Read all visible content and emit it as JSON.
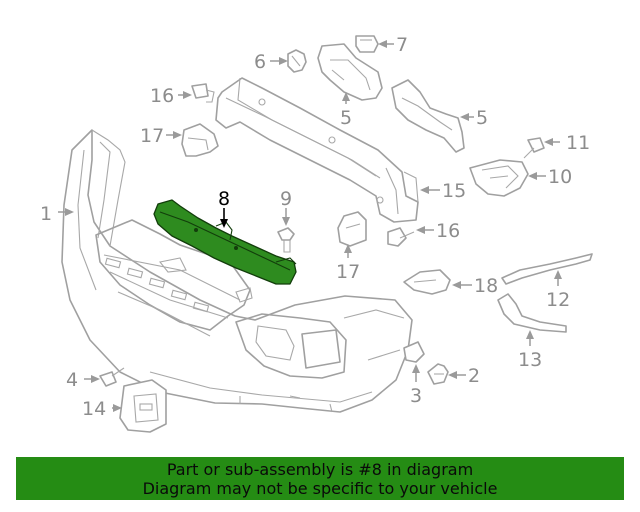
{
  "callouts": {
    "c1": "1",
    "c2": "2",
    "c3": "3",
    "c4": "4",
    "c5a": "5",
    "c5b": "5",
    "c6": "6",
    "c7": "7",
    "c8": "8",
    "c9": "9",
    "c10": "10",
    "c11": "11",
    "c12": "12",
    "c13": "13",
    "c14": "14",
    "c15": "15",
    "c16a": "16",
    "c16b": "16",
    "c17a": "17",
    "c17b": "17",
    "c18": "18"
  },
  "highlight_part": "8",
  "colors": {
    "highlight": "#2e8b1f",
    "banner": "#258c14",
    "line": "#a0a0a0"
  },
  "banner": {
    "line1": "Part or sub-assembly is #8 in diagram",
    "line2": "Diagram may not be specific to your vehicle"
  }
}
